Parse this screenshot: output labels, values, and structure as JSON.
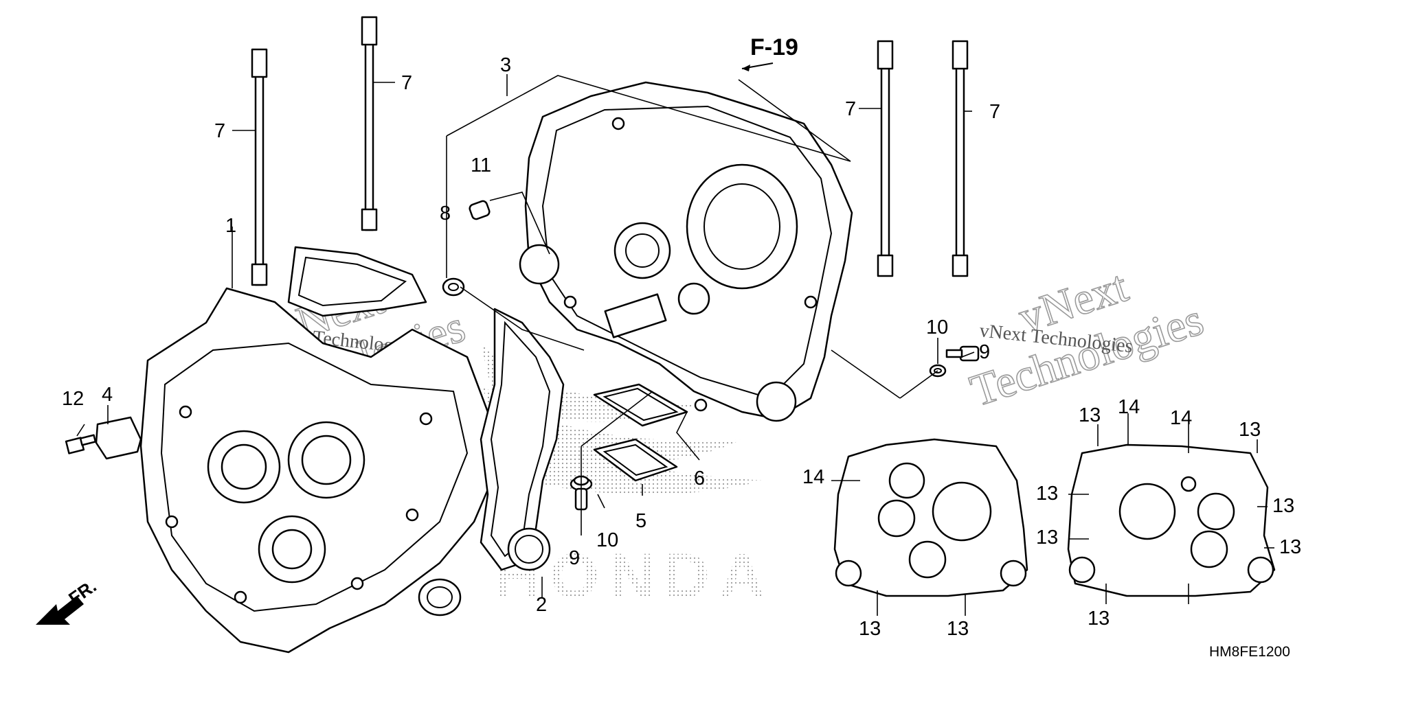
{
  "diagram": {
    "reference": "F-19",
    "figure_code": "HM8FE1200",
    "front_label": "FR.",
    "brand_watermark": "HONDA",
    "watermark": {
      "line1": "vNext",
      "line2": "Technologies",
      "caption": "vNext Technologies"
    },
    "callouts": [
      {
        "id": "c1",
        "text": "1"
      },
      {
        "id": "c2",
        "text": "2"
      },
      {
        "id": "c3",
        "text": "3"
      },
      {
        "id": "c4",
        "text": "4"
      },
      {
        "id": "c5",
        "text": "5"
      },
      {
        "id": "c6",
        "text": "6"
      },
      {
        "id": "c7a",
        "text": "7"
      },
      {
        "id": "c7b",
        "text": "7"
      },
      {
        "id": "c7c",
        "text": "7"
      },
      {
        "id": "c7d",
        "text": "7"
      },
      {
        "id": "c8",
        "text": "8"
      },
      {
        "id": "c9a",
        "text": "9"
      },
      {
        "id": "c9b",
        "text": "9"
      },
      {
        "id": "c10a",
        "text": "10"
      },
      {
        "id": "c10b",
        "text": "10"
      },
      {
        "id": "c11",
        "text": "11"
      },
      {
        "id": "c12",
        "text": "12"
      },
      {
        "id": "c13a",
        "text": "13"
      },
      {
        "id": "c13b",
        "text": "13"
      },
      {
        "id": "c13c",
        "text": "13"
      },
      {
        "id": "c13d",
        "text": "13"
      },
      {
        "id": "c13e",
        "text": "13"
      },
      {
        "id": "c13f",
        "text": "13"
      },
      {
        "id": "c13g",
        "text": "13"
      },
      {
        "id": "c13h",
        "text": "13"
      },
      {
        "id": "c13i",
        "text": "13"
      },
      {
        "id": "c14a",
        "text": "14"
      },
      {
        "id": "c14b",
        "text": "14"
      },
      {
        "id": "c14c",
        "text": "14"
      }
    ]
  }
}
